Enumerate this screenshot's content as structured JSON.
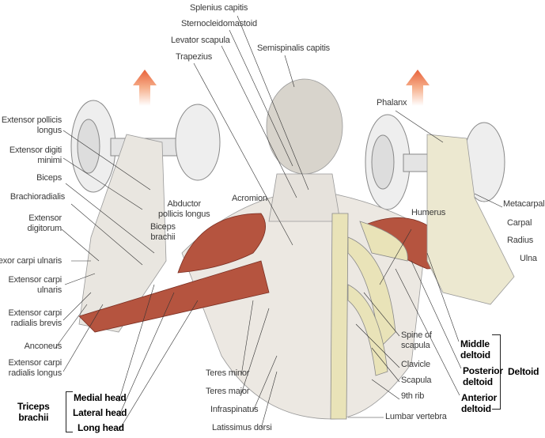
{
  "left_labels": [
    "Extensor pollicis\nlongus",
    "Extensor digiti\nminimi",
    "Biceps",
    "Brachioradialis",
    "Extensor\ndigitorum",
    "Flexor carpi ulnaris",
    "Extensor carpi\nulnaris",
    "Extensor carpi\nradialis brevis",
    "Anconeus",
    "Extensor carpi\nradialis longus"
  ],
  "top_labels": [
    "Splenius capitis",
    "Sternocleidomastoid",
    "Levator scapula",
    "Trapezius",
    "Semispinalis capitis"
  ],
  "middle_labels": {
    "acromion": "Acromion",
    "abductor": "Abductor\npollicis longus",
    "biceps_brachii": "Biceps\nbrachii",
    "phalanx": "Phalanx",
    "humerus": "Humerus"
  },
  "right_labels": [
    "Metacarpal",
    "Carpal",
    "Radius",
    "Ulna"
  ],
  "bottom_labels": [
    "Teres minor",
    "Teres major",
    "Infraspinatus",
    "Latissimus dorsi"
  ],
  "skeleton_labels": [
    "Spine of\nscapula",
    "Clavicle",
    "Scapula",
    "9th rib",
    "Lumbar vertebra"
  ],
  "deltoid": {
    "group": "Deltoid",
    "parts": [
      "Middle\ndeltoid",
      "Posterior\ndeltoid",
      "Anterior\ndeltoid"
    ]
  },
  "triceps": {
    "group": "Triceps\nbrachii",
    "parts": [
      "Medial head",
      "Lateral head",
      "Long head"
    ]
  },
  "colors": {
    "muscle": "#b5543f",
    "arrow": "#e8623a",
    "bone": "#e9e3b8",
    "skin": "#ece8e2"
  }
}
